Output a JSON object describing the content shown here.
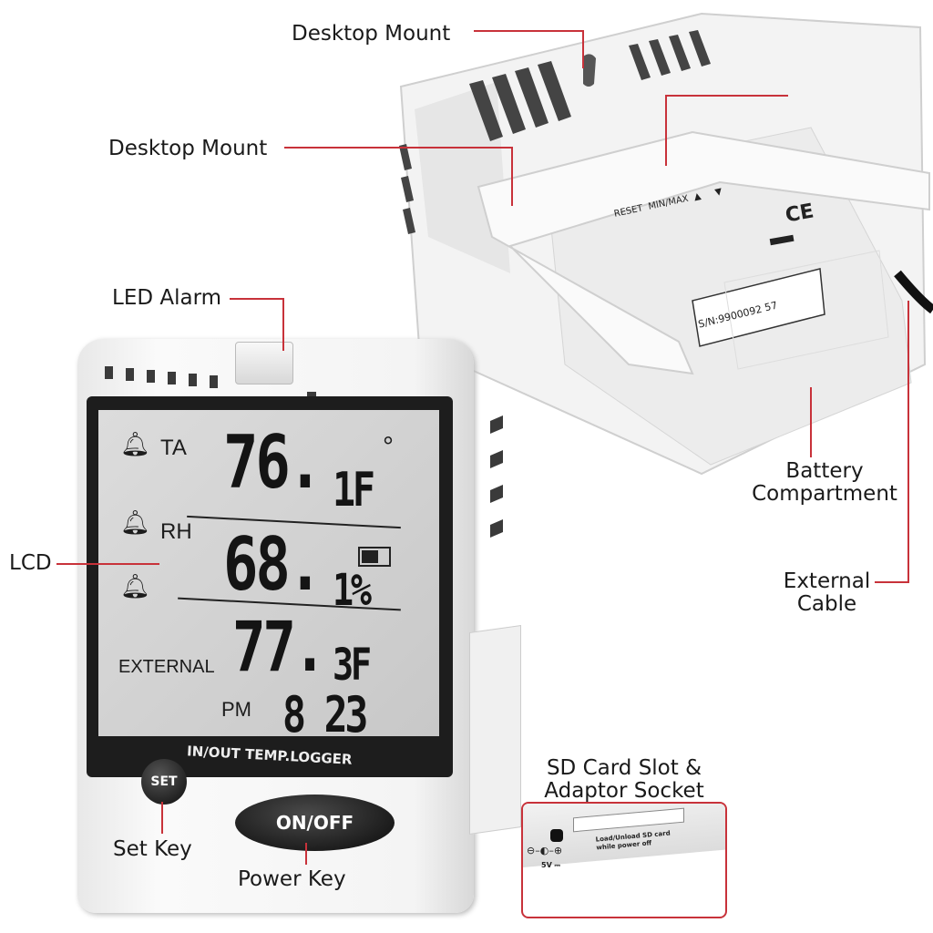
{
  "callouts": {
    "desktop_mount_top": "Desktop Mount",
    "desktop_mount_side": "Desktop Mount",
    "led_alarm": "LED Alarm",
    "lcd": "LCD",
    "battery_line1": "Battery",
    "battery_line2": "Compartment",
    "cable_line1": "External",
    "cable_line2": "Cable",
    "sd_line1": "SD Card Slot &",
    "sd_line2": "Adaptor Socket",
    "set_key": "Set Key",
    "power_key": "Power Key"
  },
  "lcd": {
    "ta_label": "TA",
    "rh_label": "RH",
    "temp_value": "76.",
    "temp_decimal": "1F",
    "degree": "°",
    "humidity_value": "68.",
    "humidity_decimal": "1%",
    "external_value": "77.",
    "external_decimal": "3F",
    "external_label": "EXTERNAL",
    "ampm": "PM",
    "time": "8 23"
  },
  "front": {
    "model_text": "IN/OUT TEMP.LOGGER",
    "set_button": "SET",
    "power_button": "ON/OFF"
  },
  "back": {
    "reset": "RESET",
    "minmax": "MIN/MAX",
    "up": "▲",
    "down": "▼",
    "ce": "CE",
    "serial": "S/N:9900092 57"
  },
  "inset": {
    "sd_note_line1": "Load/Unload SD card",
    "sd_note_line2": "while power off",
    "voltage": "5V ⎓",
    "polarity": "⊖–◐–⊕"
  }
}
